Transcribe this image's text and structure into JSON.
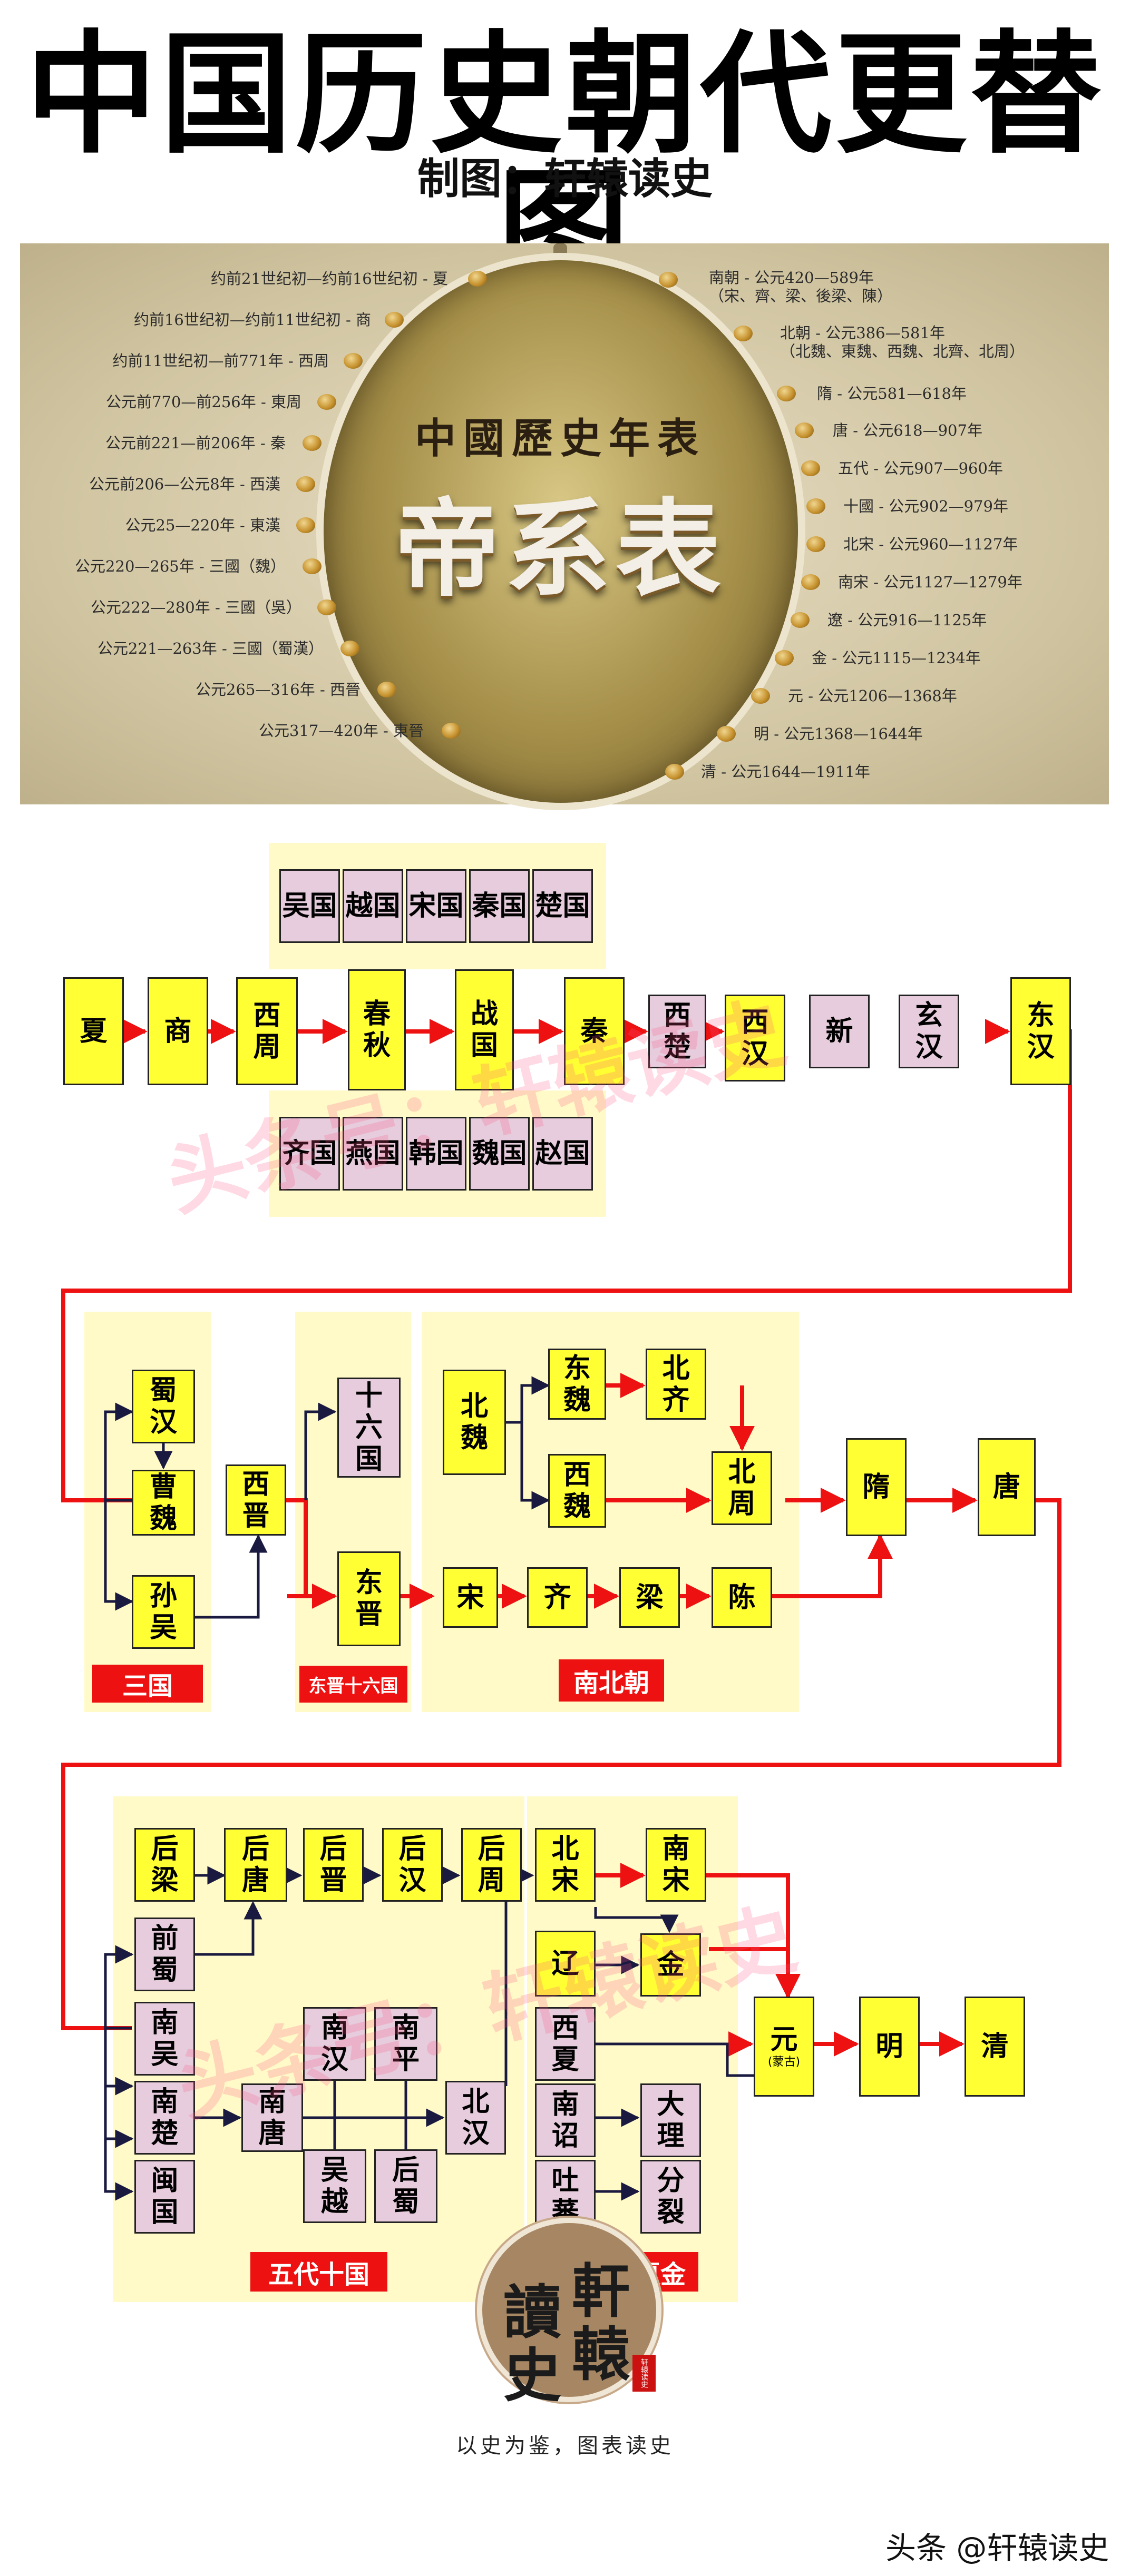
{
  "header": {
    "title": "中国历史朝代更替图",
    "subtitle": "制图：轩辕读史"
  },
  "banner": {
    "title_small": "中國歷史年表",
    "title_big": "帝系表",
    "left": [
      "约前21世纪初—约前16世纪初 - 夏",
      "约前16世纪初—约前11世纪初 - 商",
      "约前11世纪初—前771年 - 西周",
      "公元前770—前256年 - 東周",
      "公元前221—前206年 - 秦",
      "公元前206—公元8年 - 西漢",
      "公元25—220年 - 東漢",
      "公元220—265年 - 三國（魏）",
      "公元222—280年 - 三國（吳）",
      "公元221—263年 - 三國（蜀漢）",
      "公元265—316年 - 西晉",
      "公元317—420年 - 東晉"
    ],
    "right": [
      "南朝 - 公元420—589年",
      "（宋、齊、梁、後梁、陳）",
      "北朝 - 公元386—581年",
      "（北魏、東魏、西魏、北齊、北周）",
      "隋 - 公元581—618年",
      "唐 - 公元618—907年",
      "五代 - 公元907—960年",
      "十國 - 公元902—979年",
      "北宋 - 公元960—1127年",
      "南宋 - 公元1127—1279年",
      "遼 - 公元916—1125年",
      "金 - 公元1115—1234年",
      "元 - 公元1206—1368年",
      "明 - 公元1368—1644年",
      "清 - 公元1644—1911年"
    ]
  },
  "row1": {
    "top_states": [
      "吴国",
      "越国",
      "宋国",
      "秦国",
      "楚国"
    ],
    "bottom_states": [
      "齐国",
      "燕国",
      "韩国",
      "魏国",
      "赵国"
    ],
    "chain": [
      "夏",
      "商",
      "西周",
      "春秋",
      "战国",
      "秦",
      "西楚",
      "西汉",
      "新",
      "玄汉",
      "东汉"
    ]
  },
  "row2": {
    "three_kingdoms": [
      "蜀汉",
      "曹魏",
      "孙吴"
    ],
    "xijin": "西晋",
    "sixteen": "十六国",
    "dongjin": "东晋",
    "north": [
      "北魏",
      "东魏",
      "北齐",
      "西魏",
      "北周"
    ],
    "south": [
      "宋",
      "齐",
      "梁",
      "陈"
    ],
    "sui": "隋",
    "tang": "唐",
    "labels": [
      "三国",
      "东晋十六国",
      "南北朝"
    ]
  },
  "row3": {
    "five_dynasties": [
      "后梁",
      "后唐",
      "后晋",
      "后汉",
      "后周"
    ],
    "ten_kingdoms": [
      "前蜀",
      "南吴",
      "南楚",
      "闽国",
      "南唐",
      "南汉",
      "南平",
      "吴越",
      "后蜀",
      "北汉"
    ],
    "song_jin": [
      "北宋",
      "南宋",
      "辽",
      "金",
      "西夏",
      "南诏",
      "大理",
      "吐蕃",
      "分裂"
    ],
    "yuan": "元",
    "yuan_note": "(蒙古)",
    "ming": "明",
    "qing": "清",
    "labels": [
      "五代十国",
      "辽宋夏金"
    ]
  },
  "watermark": [
    "头条号：轩辕读史",
    "头条号：轩辕读史"
  ],
  "footer": {
    "logo_chars": [
      "讀",
      "軒",
      "史",
      "轅"
    ],
    "seal": "轩辕读史",
    "motto": "以史为鉴，图表读史",
    "credit": "头条 @轩辕读史"
  }
}
